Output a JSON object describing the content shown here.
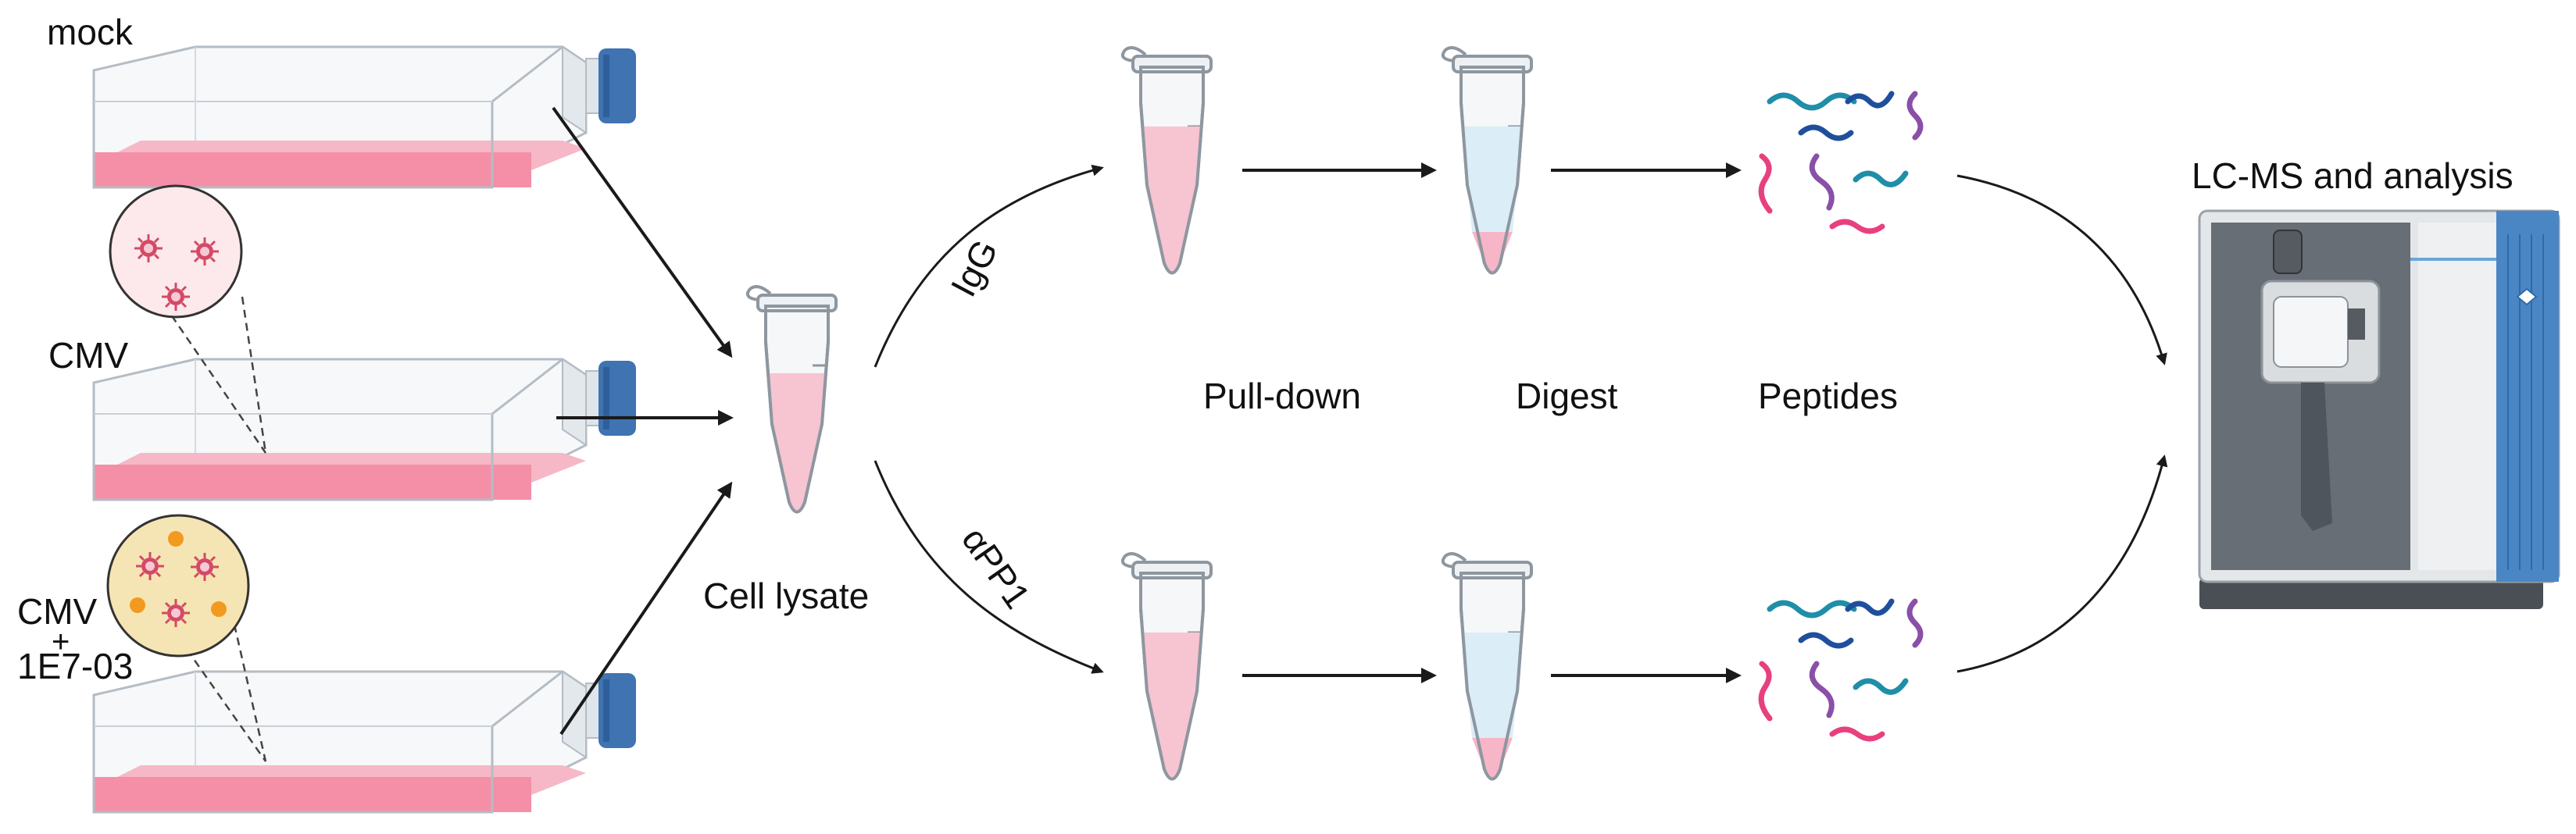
{
  "conditions": {
    "mock": "mock",
    "cmv": "CMV",
    "cmv_drug_line1": "CMV",
    "cmv_drug_plus": "+",
    "cmv_drug_line2": "1E7-03"
  },
  "steps": {
    "cell_lysate": "Cell lysate",
    "igg": "IgG",
    "app1": "αPP1",
    "pull_down": "Pull-down",
    "digest": "Digest",
    "peptides": "Peptides",
    "lcms": "LC-MS and analysis"
  },
  "colors": {
    "medium_pink": "#f4aab8",
    "flask_cap": "#3f73b2",
    "lysate_pink": "#f7c4d2",
    "digest_blue": "#dbeef7",
    "virus": "#d34a66",
    "drug_dot": "#f29a1f",
    "peptide_teal": "#1f8ea8",
    "peptide_navy": "#1f4f9c",
    "peptide_purple": "#8a4fa8",
    "peptide_pink": "#e8407f",
    "ms_blue": "#4a86c4"
  }
}
